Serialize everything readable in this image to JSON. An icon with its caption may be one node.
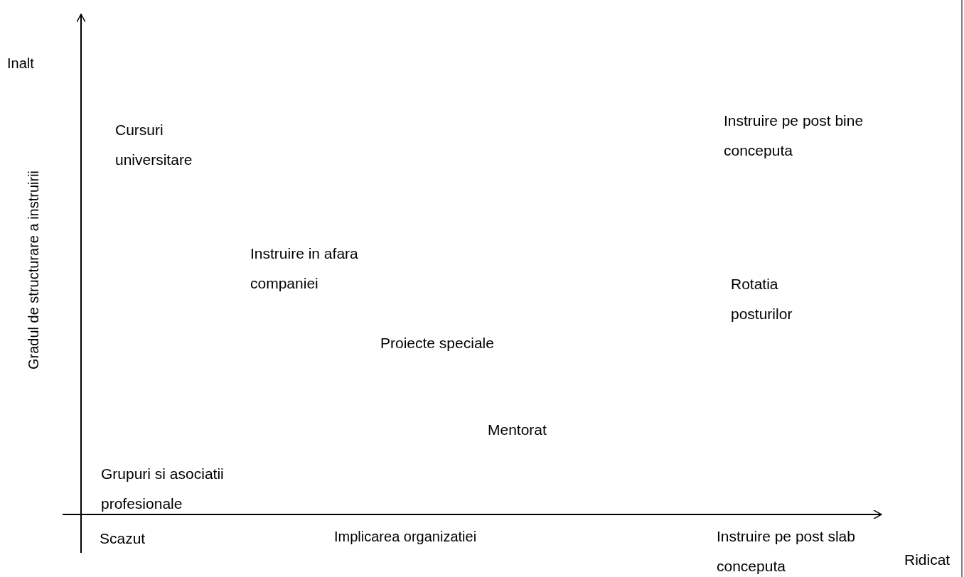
{
  "diagram": {
    "labels": [
      "Inalt",
      "Cursuri universitare",
      "Instruire pe post bine conceputa",
      "Gradul de structurare a instruirii",
      "Instruire in afara companiei",
      "Rotatia posturilor",
      "Proiecte speciale",
      "Mentorat",
      "Grupuri si asociatii profesionale",
      "Scazut",
      "Implicarea organizatiei",
      "Instruire pe post slab conceputa",
      "Ridicat"
    ]
  }
}
